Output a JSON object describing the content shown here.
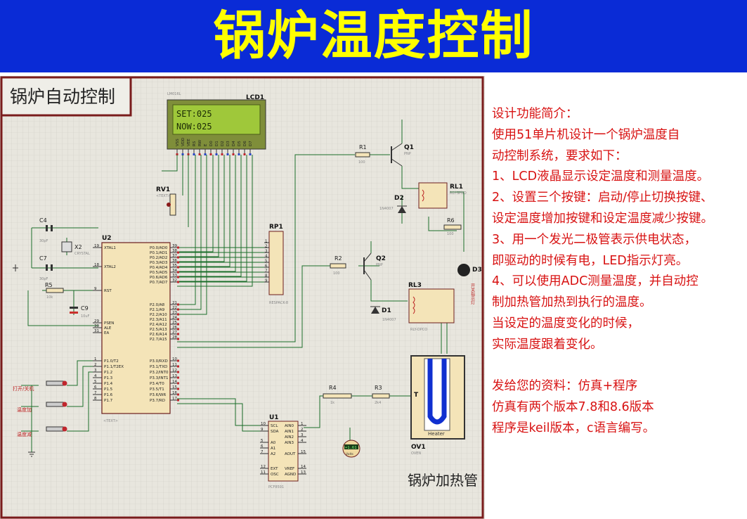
{
  "banner": {
    "title": "锅炉温度控制"
  },
  "schematic": {
    "frame_label": "锅炉自动控制",
    "heater_label": "锅炉加热管",
    "lcd": {
      "ref": "LCD1",
      "part": "LM016L",
      "line1": "SET:025",
      "line2": "NOW:025",
      "pins": [
        "VSS",
        "VDD",
        "VEE",
        "RS",
        "RW",
        "E",
        "D0",
        "D1",
        "D2",
        "D3",
        "D4",
        "D5",
        "D6",
        "D7"
      ]
    },
    "mcu": {
      "ref": "U2",
      "left_pins": [
        "XTAL1",
        "XTAL2",
        "RST",
        "PSEN",
        "ALE",
        "EA",
        "P1.0/T2",
        "P1.1/T2EX",
        "P1.2",
        "P1.3",
        "P1.4",
        "P1.5",
        "P1.6",
        "P1.7"
      ],
      "right_pins": [
        "P0.0/AD0",
        "P0.1/AD1",
        "P0.2/AD2",
        "P0.3/AD3",
        "P0.4/AD4",
        "P0.5/AD5",
        "P0.6/AD6",
        "P0.7/AD7",
        "P2.0/A8",
        "P2.1/A9",
        "P2.2/A10",
        "P2.3/A11",
        "P2.4/A12",
        "P2.5/A13",
        "P2.6/A14",
        "P2.7/A15",
        "P3.0/RXD",
        "P3.1/TXD",
        "P3.2/INT0",
        "P3.3/INT1",
        "P3.4/T0",
        "P3.5/T1",
        "P3.6/WR",
        "P3.7/RD"
      ],
      "left_nums": [
        "19",
        "18",
        "9",
        "29",
        "30",
        "31",
        "1",
        "2",
        "3",
        "4",
        "5",
        "6",
        "7",
        "8"
      ],
      "right_nums": [
        "39",
        "38",
        "37",
        "36",
        "35",
        "34",
        "33",
        "32",
        "21",
        "22",
        "23",
        "24",
        "25",
        "26",
        "27",
        "28",
        "10",
        "11",
        "12",
        "13",
        "14",
        "15",
        "16",
        "17"
      ]
    },
    "adc": {
      "ref": "U1",
      "part": "PCF8591",
      "left_pins": [
        "SCL",
        "SDA",
        "A0",
        "A1",
        "A2",
        "EXT",
        "OSC"
      ],
      "right_pins": [
        "AIN0",
        "AIN1",
        "AIN2",
        "AIN3",
        "AOUT",
        "VREF",
        "AGND"
      ],
      "left_nums": [
        "10",
        "9",
        "5",
        "6",
        "7",
        "12",
        "11"
      ],
      "right_nums": [
        "1",
        "2",
        "3",
        "4",
        "15",
        "14",
        "13"
      ]
    },
    "rpack": {
      "ref": "RP1",
      "part": "RESPACK-8",
      "nums": [
        "1",
        "2",
        "3",
        "4",
        "5",
        "6",
        "7",
        "8",
        "9"
      ]
    },
    "parts": {
      "c4": "C4",
      "c4v": "30pF",
      "c7": "C7",
      "c7v": "30pF",
      "x2": "X2",
      "x2v": "CRYSTAL",
      "r5": "R5",
      "r5v": "10k",
      "c9": "C9",
      "c9v": "10uF",
      "rv1": "RV1",
      "r1": "R1",
      "r1v": "100",
      "q1": "Q1",
      "q1v": "PNP",
      "r2": "R2",
      "r2v": "100",
      "q2": "Q2",
      "q2v": "PNP",
      "d2": "D2",
      "d2v": "1N4007",
      "d1": "D1",
      "d1v": "1N4007",
      "rl1": "RL1",
      "rl1v": "RLY-SPNO",
      "rl3": "RL3",
      "rl3v": "RLY-DPCO",
      "r6": "R6",
      "r6v": "100",
      "d3": "D3",
      "r4": "R4",
      "r4v": "1k",
      "r3": "R3",
      "r3v": "2k4",
      "ov1": "OV1",
      "ov1v": "OVEN",
      "heater": "Heater",
      "t": "T",
      "volt": "+1.61",
      "voltu": "Volts",
      "b1": "打开/关机",
      "b2": "温度加",
      "b3": "温度减",
      "text": "<TEXT>",
      "d3side": "开关指示灯"
    }
  },
  "info": {
    "lines": [
      "设计功能简介：",
      "使用51单片机设计一个锅炉温度自",
      "动控制系统，要求如下：",
      "1、LCD液晶显示设定温度和测量温度。",
      "2、设置三个按键：启动/停止切换按键、",
      "设定温度增加按键和设定温度减少按键。",
      "3、用一个发光二极管表示供电状态，",
      "即驱动的时候有电，LED指示灯亮。",
      "4、可以使用ADC测量温度，并自动控",
      "制加热管加热到执行的温度。",
      "当设定的温度变化的时候，",
      "实际温度跟着变化。"
    ],
    "lines2": [
      "发给您的资料：仿真+程序",
      "仿真有两个版本7.8和8.6版本",
      "程序是keil版本，c语言编写。"
    ]
  },
  "colors": {
    "banner": "#0a2bd6",
    "title": "#ffff00",
    "frame": "#7a1c1c",
    "wire": "#1b6e2a",
    "info_text": "#d81212",
    "lcd_bg": "#9fc83a",
    "grid_bg": "#e8e6de"
  }
}
